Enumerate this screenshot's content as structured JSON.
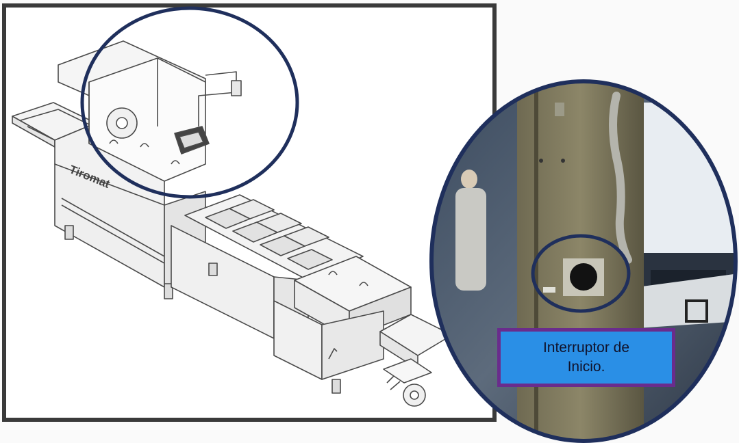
{
  "drawing": {
    "brand_text": "Tiromat"
  },
  "callout": {
    "line1": "Interruptor de",
    "line2": "Inicio."
  },
  "colors": {
    "circle_border": "#1f2f5c",
    "label_fill": "#2a8fe6",
    "label_border": "#6a2c8c",
    "frame_border": "#3a3a3a"
  }
}
